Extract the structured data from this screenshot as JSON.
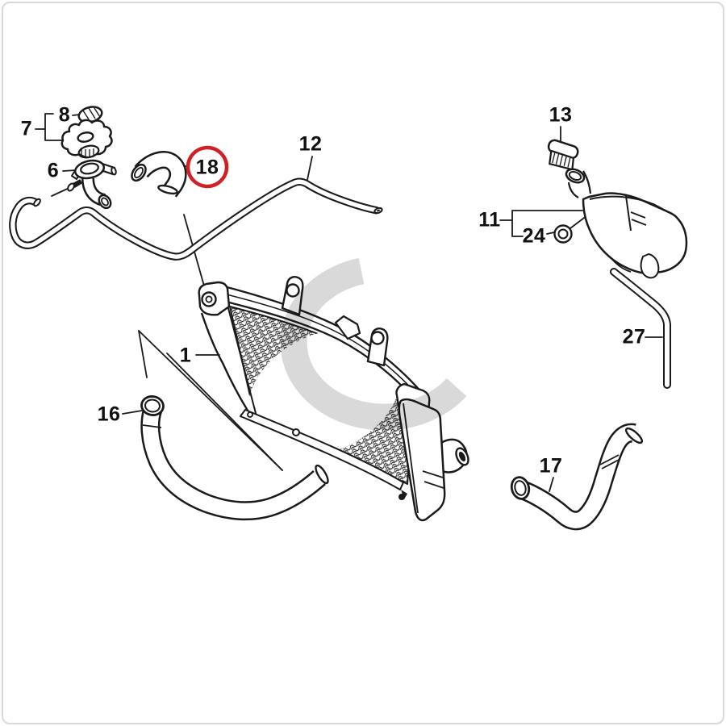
{
  "diagram": {
    "kind": "exploded-parts-diagram",
    "colors": {
      "line": "#1a1a1a",
      "background": "#ffffff",
      "highlight": "#d21f26",
      "watermark": "#d9d9d9"
    },
    "callouts": [
      {
        "number": "8",
        "highlighted": false
      },
      {
        "number": "7",
        "highlighted": false
      },
      {
        "number": "6",
        "highlighted": false
      },
      {
        "number": "18",
        "highlighted": true
      },
      {
        "number": "12",
        "highlighted": false
      },
      {
        "number": "13",
        "highlighted": false
      },
      {
        "number": "11",
        "highlighted": false
      },
      {
        "number": "24",
        "highlighted": false
      },
      {
        "number": "27",
        "highlighted": false
      },
      {
        "number": "1",
        "highlighted": false
      },
      {
        "number": "16",
        "highlighted": false
      },
      {
        "number": "17",
        "highlighted": false
      }
    ]
  }
}
